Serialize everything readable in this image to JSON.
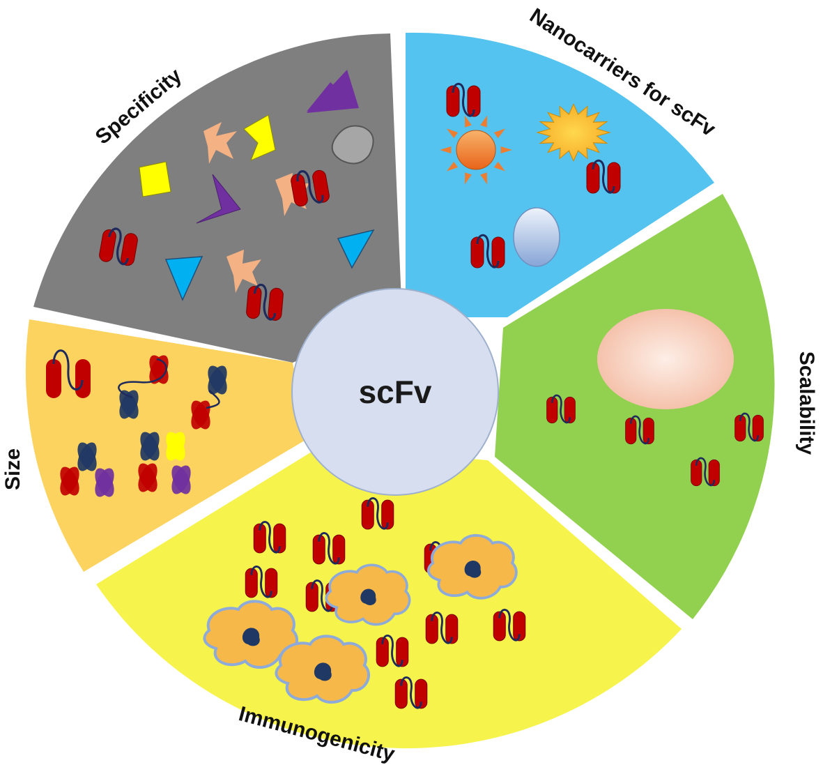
{
  "center": {
    "label": "scFv"
  },
  "segments": [
    {
      "id": "specificity",
      "label": "Specificity",
      "color": "#7f7f7f"
    },
    {
      "id": "nanocarriers",
      "label": "Nanocarriers for scFv",
      "color": "#55c3ef"
    },
    {
      "id": "scalability",
      "label": "Scalability",
      "color": "#92d050"
    },
    {
      "id": "immunogenicity",
      "label": "Immunogenicity",
      "color": "#f6f34c"
    },
    {
      "id": "size",
      "label": "Size",
      "color": "#fcd35e"
    }
  ],
  "colors": {
    "scfv_red": "#c00000",
    "linker": "#1f2a5c",
    "center_fill": "#d6def0",
    "center_stroke": "#9fb0cc",
    "dark_blue": "#1f3864",
    "purple": "#7030a0",
    "yellow": "#ffff00",
    "peach": "#f4b183",
    "cell": "#f7b84a",
    "cell_edge": "#8eaad8",
    "orange": "#ed7d31",
    "gold": "#ffc000",
    "light_blue": "#9dc3e6"
  }
}
